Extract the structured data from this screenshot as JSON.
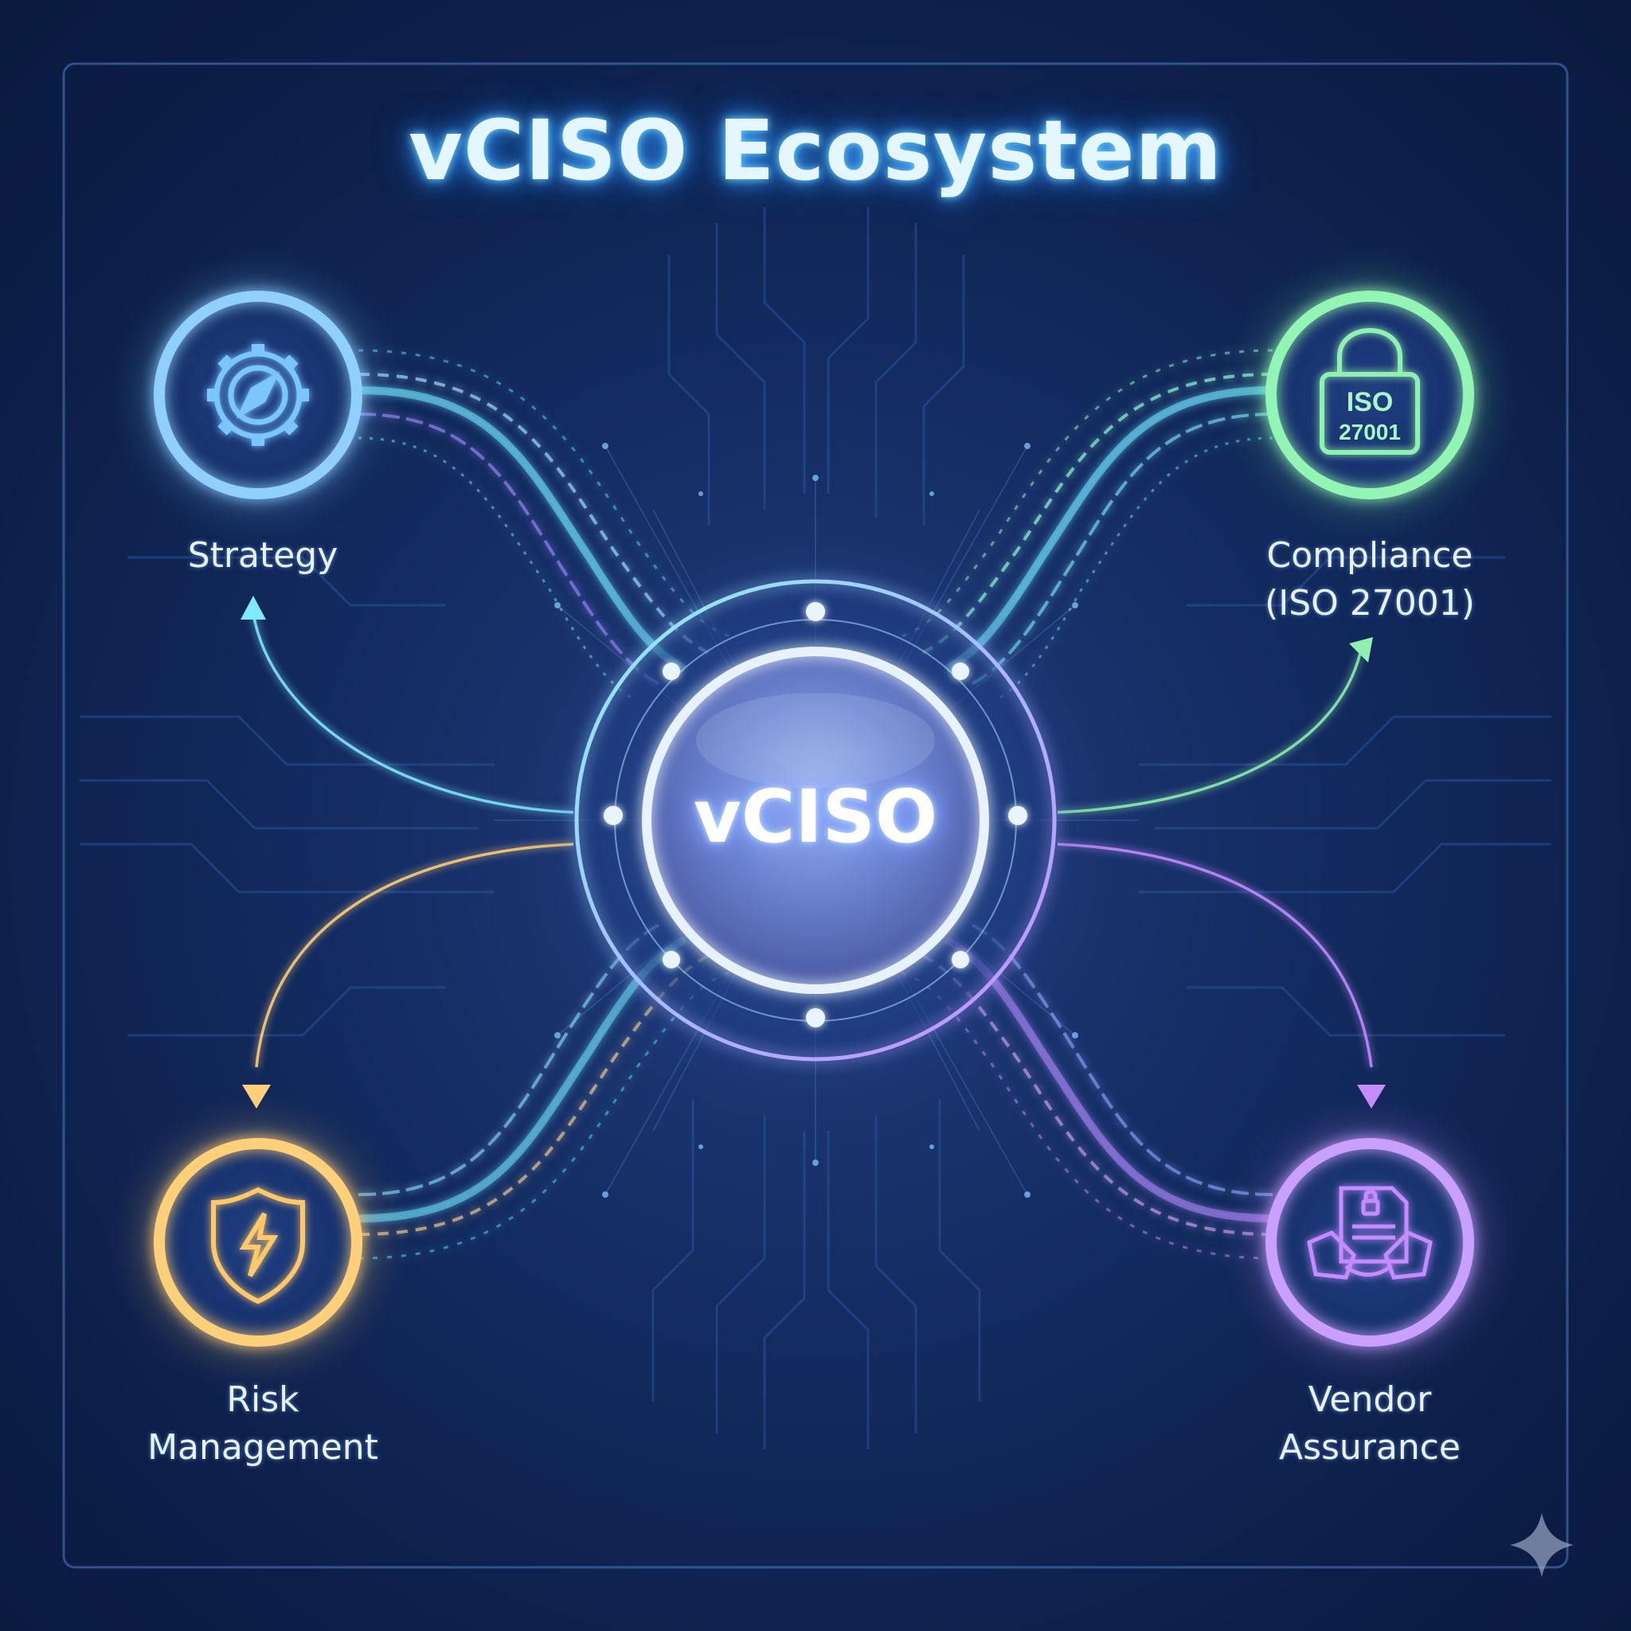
{
  "title": "vCISO Ecosystem",
  "hub": {
    "label": "vCISO",
    "color": "#b9c8ff"
  },
  "nodes": [
    {
      "id": "strategy",
      "lines": [
        "Strategy"
      ],
      "icon": "gear-compass-icon",
      "color": "#7cc6ff"
    },
    {
      "id": "compliance",
      "lines": [
        "Compliance",
        "(ISO 27001)"
      ],
      "icon": "padlock-iso-icon",
      "icon_text": [
        "ISO",
        "27001"
      ],
      "color": "#7ff0a6"
    },
    {
      "id": "risk",
      "lines": [
        "Risk",
        "Management"
      ],
      "icon": "shield-lightning-icon",
      "color": "#ffc86b"
    },
    {
      "id": "vendor",
      "lines": [
        "Vendor",
        "Assurance"
      ],
      "icon": "document-handshake-icon",
      "color": "#c48cff"
    }
  ],
  "colors": {
    "background": "#0f2148",
    "frame": "#3f63a8",
    "stream_cyan": "#6fe3ff",
    "stream_purple": "#b48cff"
  },
  "watermark": "sparkle-icon"
}
